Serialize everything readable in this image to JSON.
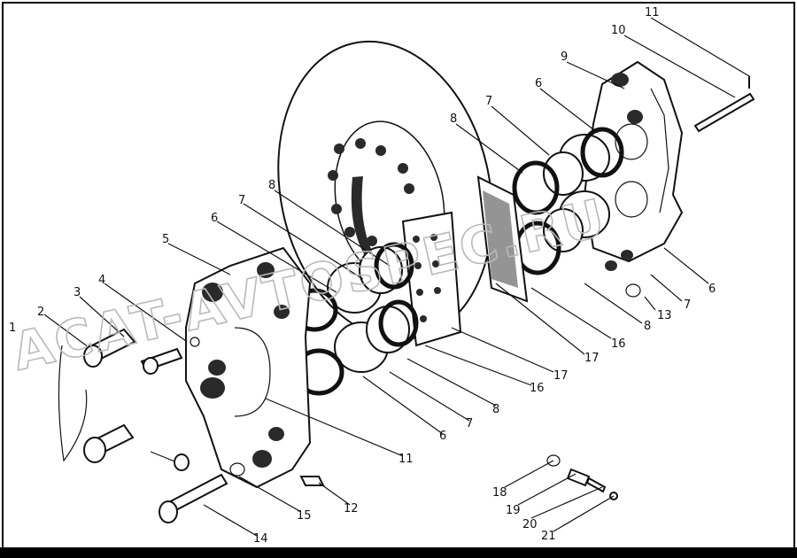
{
  "watermark": "ACAT-AVTOSPEC.RU",
  "callouts": [
    "1",
    "2",
    "3",
    "4",
    "5",
    "6",
    "7",
    "8",
    "9",
    "10",
    "11",
    "13",
    "14",
    "15",
    "16",
    "17",
    "18",
    "19",
    "20",
    "21"
  ],
  "labels": [
    {
      "id": "l11a",
      "text": "11"
    },
    {
      "id": "l10",
      "text": "10"
    },
    {
      "id": "l9",
      "text": "9"
    },
    {
      "id": "l6a",
      "text": "6"
    },
    {
      "id": "l7a",
      "text": "7"
    },
    {
      "id": "l8a",
      "text": "8"
    },
    {
      "id": "l8b",
      "text": "8"
    },
    {
      "id": "l7b",
      "text": "7"
    },
    {
      "id": "l6b",
      "text": "6"
    },
    {
      "id": "l5",
      "text": "5"
    },
    {
      "id": "l4",
      "text": "4"
    },
    {
      "id": "l3",
      "text": "3"
    },
    {
      "id": "l2",
      "text": "2"
    },
    {
      "id": "l1",
      "text": "1"
    },
    {
      "id": "l6c",
      "text": "6"
    },
    {
      "id": "l7c",
      "text": "7"
    },
    {
      "id": "l13",
      "text": "13"
    },
    {
      "id": "l8c",
      "text": "8"
    },
    {
      "id": "l16a",
      "text": "16"
    },
    {
      "id": "l17a",
      "text": "17"
    },
    {
      "id": "l17b",
      "text": "17"
    },
    {
      "id": "l16b",
      "text": "16"
    },
    {
      "id": "l8d",
      "text": "8"
    },
    {
      "id": "l7d",
      "text": "7"
    },
    {
      "id": "l6d",
      "text": "6"
    },
    {
      "id": "l11b",
      "text": "11"
    },
    {
      "id": "l12",
      "text": "12"
    },
    {
      "id": "l15",
      "text": "15"
    },
    {
      "id": "l14",
      "text": "14"
    },
    {
      "id": "l18",
      "text": "18"
    },
    {
      "id": "l19",
      "text": "19"
    },
    {
      "id": "l20",
      "text": "20"
    },
    {
      "id": "l21",
      "text": "21"
    }
  ]
}
